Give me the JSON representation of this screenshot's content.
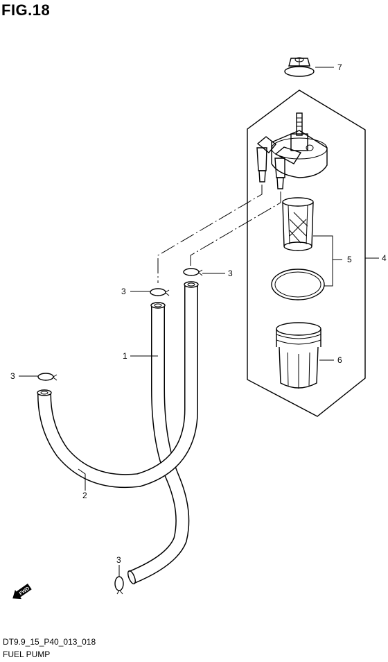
{
  "figure": {
    "title": "FIG.18"
  },
  "footer": {
    "code": "DT9.9_15_P40_013_018",
    "caption": "FUEL PUMP"
  },
  "fwd_badge": "FWD",
  "callouts": {
    "hose_1": "1",
    "hose_2": "2",
    "clip_upper_right": "3",
    "clip_upper_left": "3",
    "clip_left": "3",
    "clip_bottom": "3",
    "pump_assembly": "4",
    "filter_set": "5",
    "filter_cup": "6",
    "nut": "7"
  }
}
